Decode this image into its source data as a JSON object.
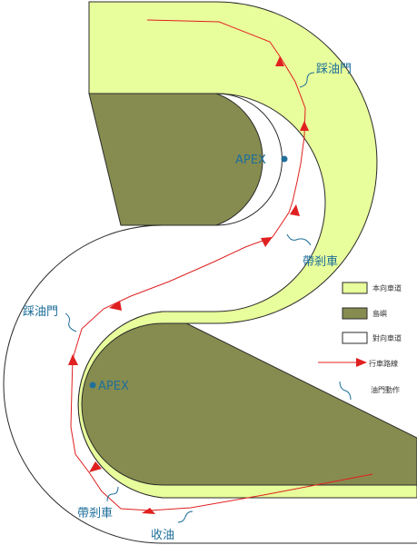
{
  "labels": {
    "throttle_top": "踩油門",
    "apex_top": "APEX",
    "brake_mid": "帶剎車",
    "throttle_left": "踩油門",
    "apex_bottom": "APEX",
    "brake_bottom": "帶剎車",
    "lift_off": "收油"
  },
  "legend": {
    "own_lane": "本向車道",
    "island": "島嶼",
    "opposite_lane": "對向車道",
    "racing_line": "行車路線",
    "throttle_action": "油門動作"
  },
  "colors": {
    "own_lane": "#e8fd9b",
    "island": "#868c4f",
    "opposite_lane": "#ffffff",
    "outline": "#2b2b2b",
    "racing_line": "#e02020",
    "annotation": "#1f6f9a"
  }
}
